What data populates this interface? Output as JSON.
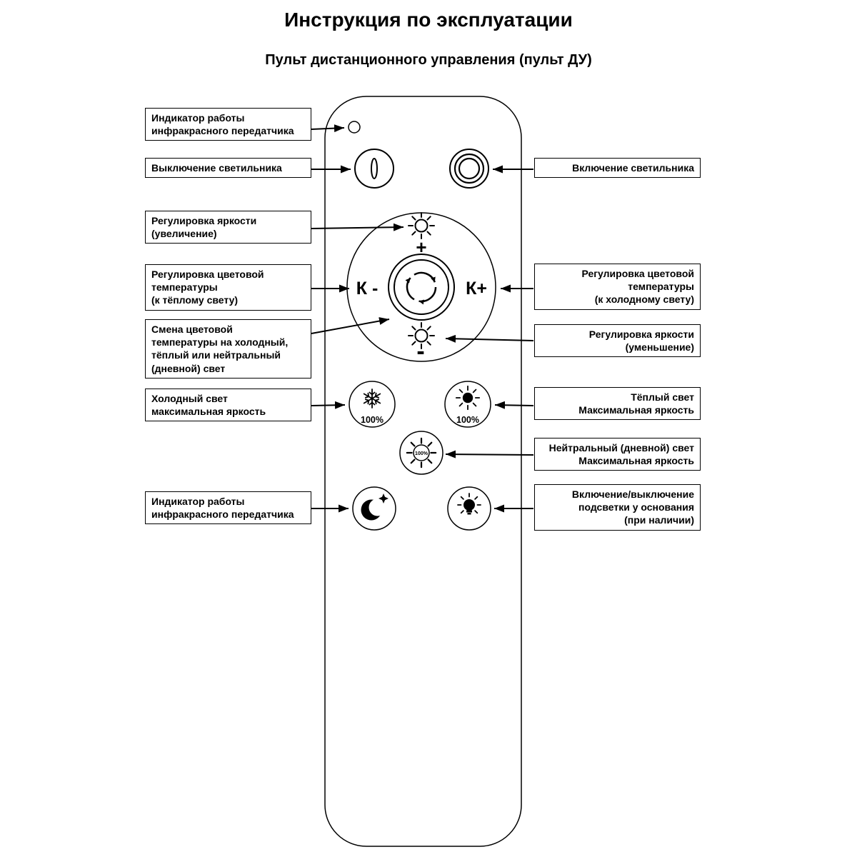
{
  "page": {
    "title": "Инструкция по эксплуатации",
    "subtitle": "Пульт дистанционного управления (пульт ДУ)"
  },
  "labels": {
    "left": [
      {
        "text": "Индикатор работы\nинфракрасного передатчика"
      },
      {
        "text": "Выключение светильника"
      },
      {
        "text": "Регулировка яркости\n(увеличение)"
      },
      {
        "text": "Регулировка цветовой\nтемпературы\n(к тёплому свету)"
      },
      {
        "text": "Смена цветовой\nтемпературы на холодный,\nтёплый или нейтральный\n(дневной) свет"
      },
      {
        "text": "Холодный свет\nмаксимальная яркость"
      },
      {
        "text": "Индикатор работы\nинфракрасного передатчика"
      }
    ],
    "right": [
      {
        "text": "Включение светильника"
      },
      {
        "text": "Регулировка цветовой\nтемпературы\n(к холодному свету)"
      },
      {
        "text": "Регулировка яркости\n(уменьшение)"
      },
      {
        "text": "Тёплый свет\nМаксимальная яркость"
      },
      {
        "text": "Нейтральный (дневной) свет\nМаксимальная яркость"
      },
      {
        "text": "Включение/выключение\nподсветки у основания\n(при наличии)"
      }
    ]
  },
  "remote": {
    "k_minus": "К -",
    "k_plus": "К+",
    "brightness_plus": "+",
    "brightness_minus": "-",
    "percent": "100%"
  },
  "colors": {
    "ink": "#000000",
    "background": "#ffffff"
  }
}
